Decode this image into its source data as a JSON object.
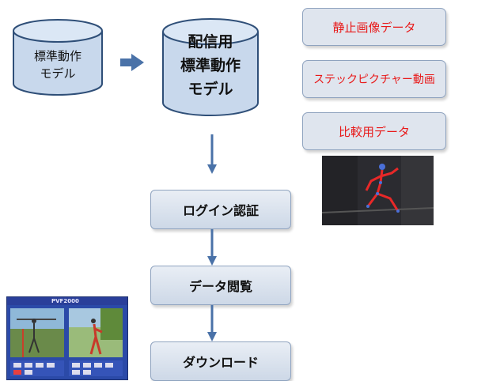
{
  "source_model": {
    "line1": "標準動作",
    "line2": "モデル"
  },
  "delivery_model": {
    "line1": "配信用",
    "line2": "標準動作",
    "line3": "モデル"
  },
  "data_items": [
    {
      "label": "静止画像データ",
      "color": "#e81919"
    },
    {
      "label": "ステックピクチャー動画",
      "color": "#e81919"
    },
    {
      "label": "比較用データ",
      "color": "#e81919"
    }
  ],
  "steps": [
    {
      "label": "ログイン認証"
    },
    {
      "label": "データ閲覧"
    },
    {
      "label": "ダウンロード"
    }
  ],
  "app_screenshot": {
    "title": "PVF2000"
  },
  "colors": {
    "cylinder_fill": "#c8d8ec",
    "cylinder_stroke": "#2f4f78",
    "arrow": "#4a72a8",
    "text_red": "#e81919"
  }
}
